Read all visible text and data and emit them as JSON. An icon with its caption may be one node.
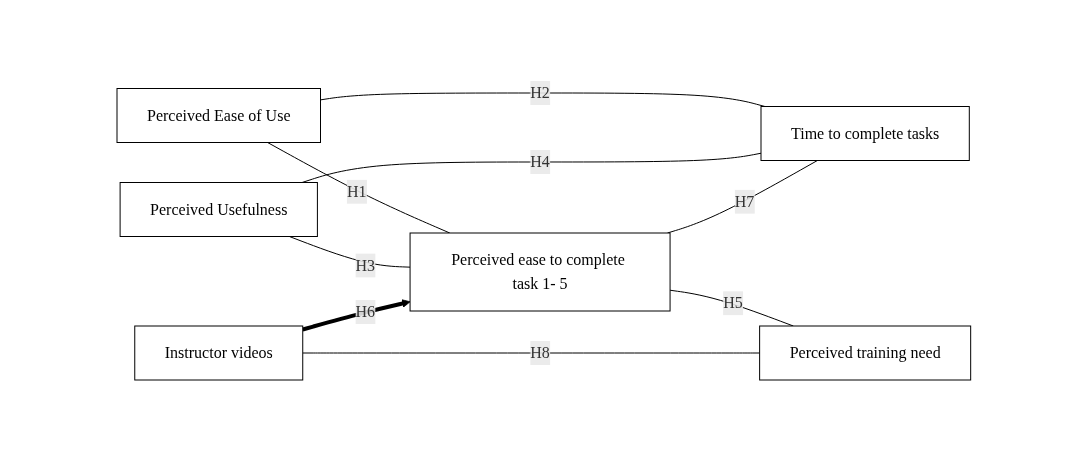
{
  "diagram": {
    "nodes": [
      {
        "text": [
          "Perceived Ease of Use"
        ]
      },
      {
        "text": [
          "Perceived ease to complete task 1- 5"
        ]
      },
      {
        "text": [
          "Time to complete tasks"
        ]
      },
      {
        "text": [
          "Perceived Usefulness"
        ]
      },
      {
        "text": [
          "Perceived training need"
        ]
      },
      {
        "text": [
          "Instructor videos"
        ]
      }
    ],
    "edges": [
      {
        "from": 0,
        "to": 2,
        "arrow": "none",
        "label": "H2"
      },
      {
        "from": 3,
        "to": 2,
        "arrow": "none",
        "label": "H4"
      },
      {
        "from": 0,
        "to": 1,
        "arrow": "none",
        "label": "H1"
      },
      {
        "from": 1,
        "to": 2,
        "arrow": "none",
        "label": "H7"
      },
      {
        "from": 3,
        "to": 1,
        "arrow": "none",
        "label": "H3"
      },
      {
        "from": 1,
        "to": 4,
        "arrow": "none",
        "label": "H5"
      },
      {
        "from": 5,
        "to": 1,
        "arrow": "to",
        "label": "H6",
        "style": "thick"
      },
      {
        "from": 5,
        "to": 4,
        "arrow": "none",
        "label": "H8"
      }
    ]
  }
}
